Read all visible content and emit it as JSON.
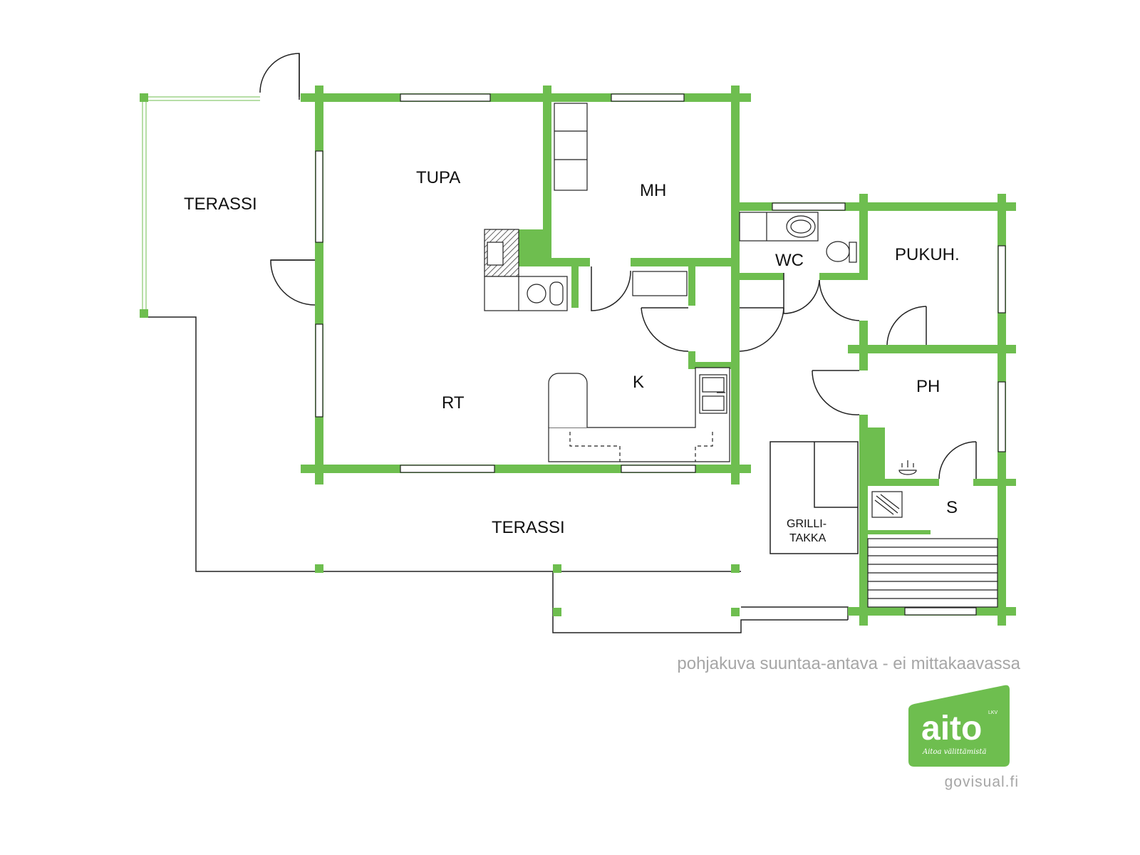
{
  "colors": {
    "wall": "#6ebe4f",
    "line": "#222222",
    "brand": "#6ebe4f",
    "muted": "#a6a6a6"
  },
  "rooms": {
    "terassi_west": "TERASSI",
    "tupa": "TUPA",
    "mh": "MH",
    "wc": "WC",
    "pukuh": "PUKUH.",
    "k": "K",
    "rt": "RT",
    "ph": "PH",
    "s": "S",
    "terassi_south": "TERASSI",
    "grilli_line1": "GRILLI-",
    "grilli_line2": "TAKKA"
  },
  "footer": {
    "disclaimer": "pohjakuva suuntaa-antava - ei mittakaavassa",
    "credit": "govisual.fi"
  },
  "logo": {
    "name": "aito",
    "tag": "LKV",
    "slogan": "Aitoa välittämistä"
  }
}
